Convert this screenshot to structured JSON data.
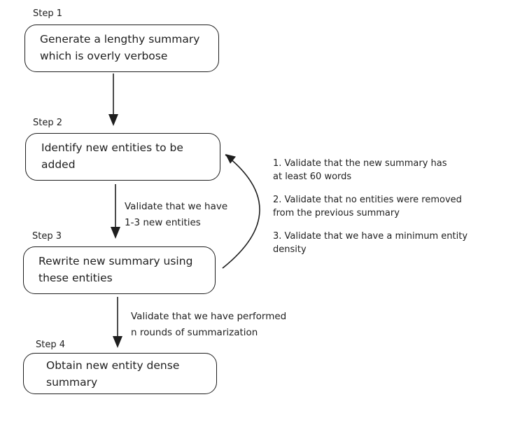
{
  "canvas": {
    "background_color": "#ffffff",
    "stroke_color": "#1e1e1e"
  },
  "steps": [
    {
      "label": "Step 1",
      "text": "Generate a lengthy summary\nwhich is overly verbose"
    },
    {
      "label": "Step 2",
      "text": "Identify new entities to be\nadded"
    },
    {
      "label": "Step 3",
      "text": "Rewrite new summary using\nthese entities"
    },
    {
      "label": "Step 4",
      "text": "Obtain new entity dense\nsummary"
    }
  ],
  "arrow_labels": [
    {
      "text": "Validate that we have\n1-3 new entities"
    },
    {
      "text": "Validate that we have performed\nn rounds of summarization"
    }
  ],
  "side_notes": [
    {
      "text": "1. Validate that the new summary has\nat least 60 words"
    },
    {
      "text": "2. Validate that no entities were removed\nfrom the previous summary"
    },
    {
      "text": "3. Validate that we have a minimum entity\ndensity"
    }
  ]
}
